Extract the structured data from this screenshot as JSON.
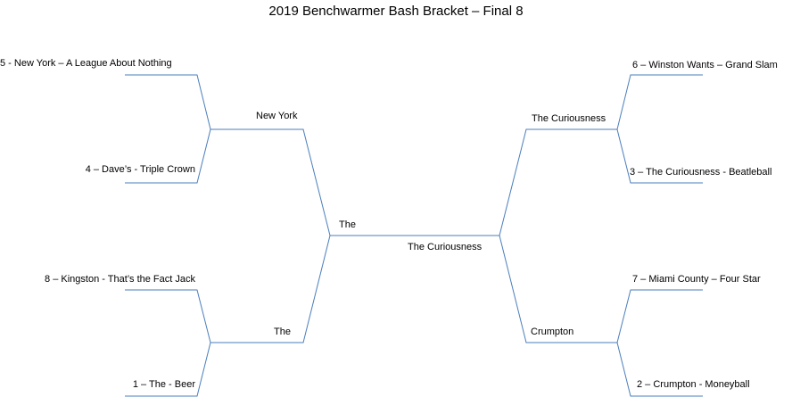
{
  "title": "2019 Benchwarmer Bash Bracket – Final 8",
  "line_color": "#4a7ebb",
  "text_color": "#000000",
  "left": {
    "round1": [
      "5 - New York – A League About Nothing",
      "4 – Dave’s  - Triple Crown",
      "8 – Kingston - That’s the Fact Jack",
      "1 – The - Beer"
    ],
    "round2": [
      "New York",
      "The"
    ],
    "round3": "The"
  },
  "right": {
    "round1": [
      "6 – Winston Wants – Grand Slam",
      "3 – The Curiousness - Beatleball",
      "7 – Miami County – Four Star",
      "2 – Crumpton - Moneyball"
    ],
    "round2": [
      "The Curiousness",
      "Crumpton"
    ],
    "round3": "The Curiousness"
  }
}
